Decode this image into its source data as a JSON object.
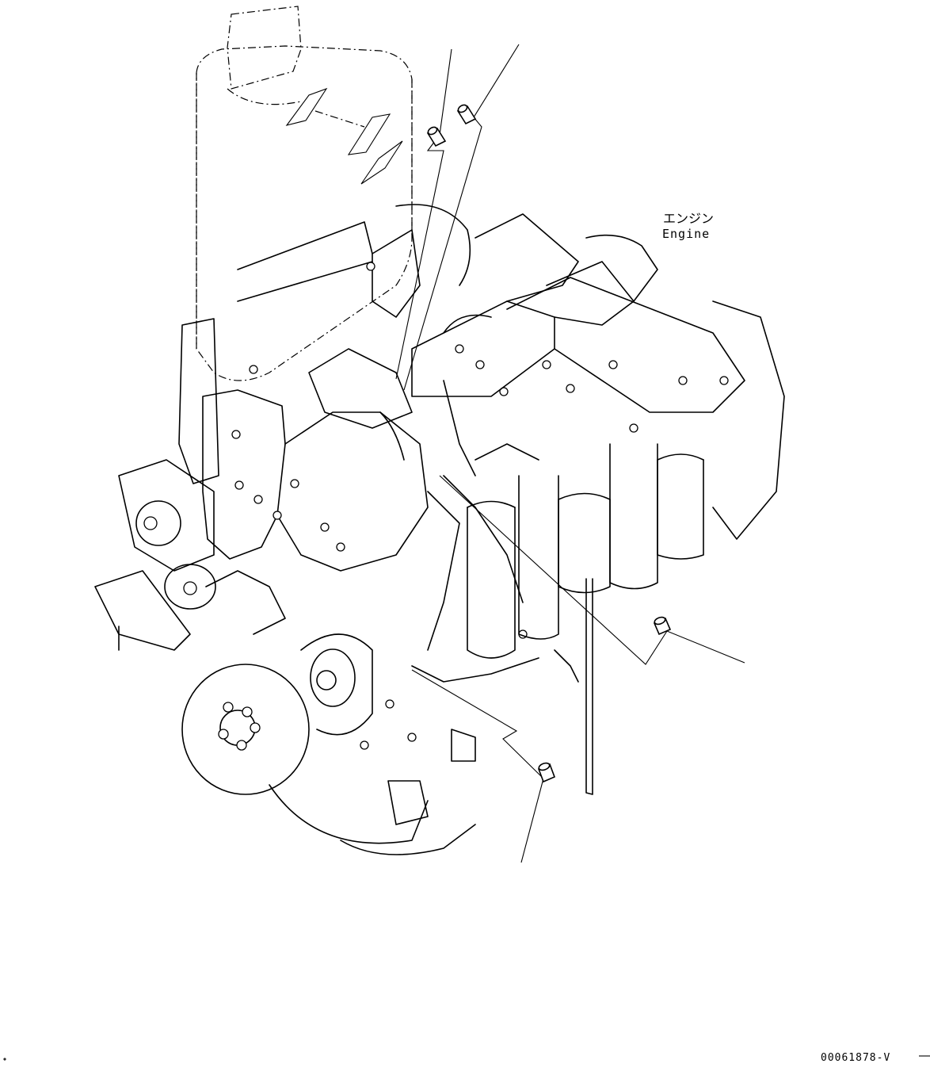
{
  "labels": {
    "engine_jp": "エンジン",
    "engine_en": "Engine"
  },
  "drawing_number": "00061878-V",
  "colors": {
    "line": "#000000",
    "background": "#ffffff"
  },
  "callout_icons": [
    "plug-icon",
    "plug-icon",
    "plug-icon",
    "plug-icon"
  ]
}
